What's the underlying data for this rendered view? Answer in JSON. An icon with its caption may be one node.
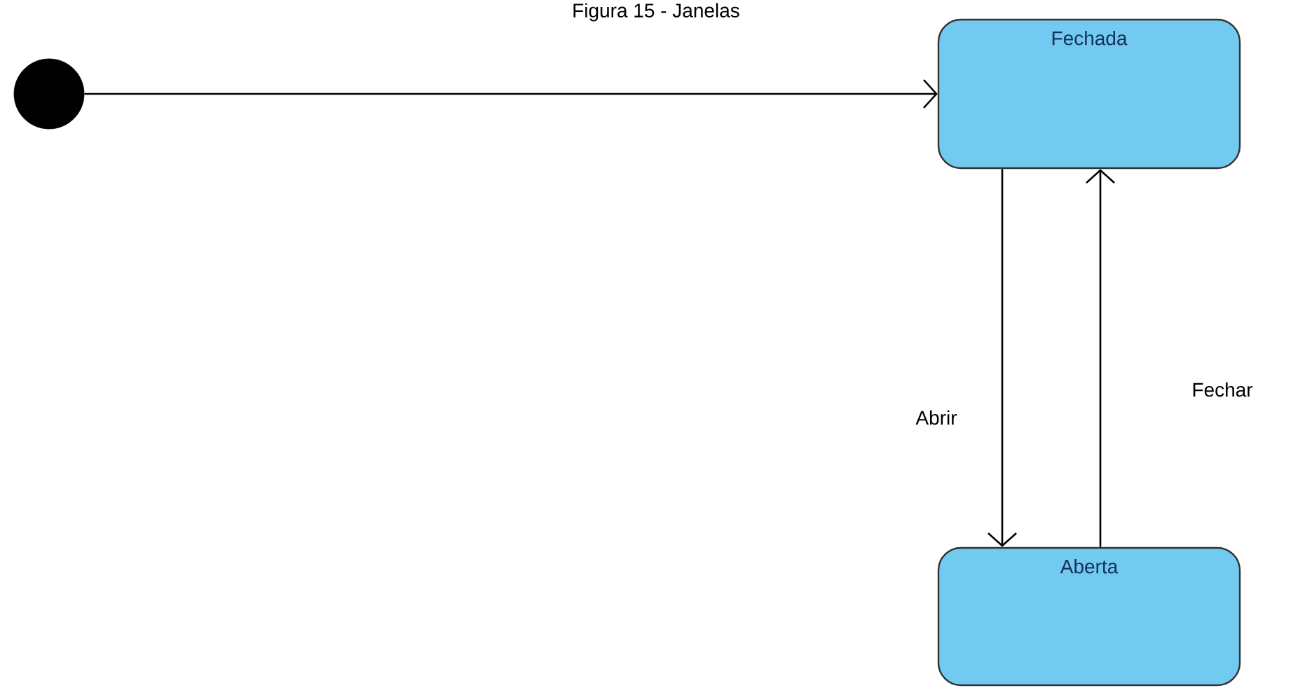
{
  "diagram": {
    "title": "Figura 15 - Janelas",
    "nodes": [
      {
        "text": [],
        "shape": "circle"
      },
      {
        "text": [
          "Fechada"
        ]
      },
      {
        "text": [
          "Aberta"
        ]
      }
    ],
    "edges": [
      {
        "from": 0,
        "to": 1,
        "arrow": "to"
      },
      {
        "from": 1,
        "to": 2,
        "arrow": "to",
        "label": "Abrir"
      },
      {
        "from": 2,
        "to": 1,
        "arrow": "to",
        "label": "Fechar"
      }
    ]
  }
}
